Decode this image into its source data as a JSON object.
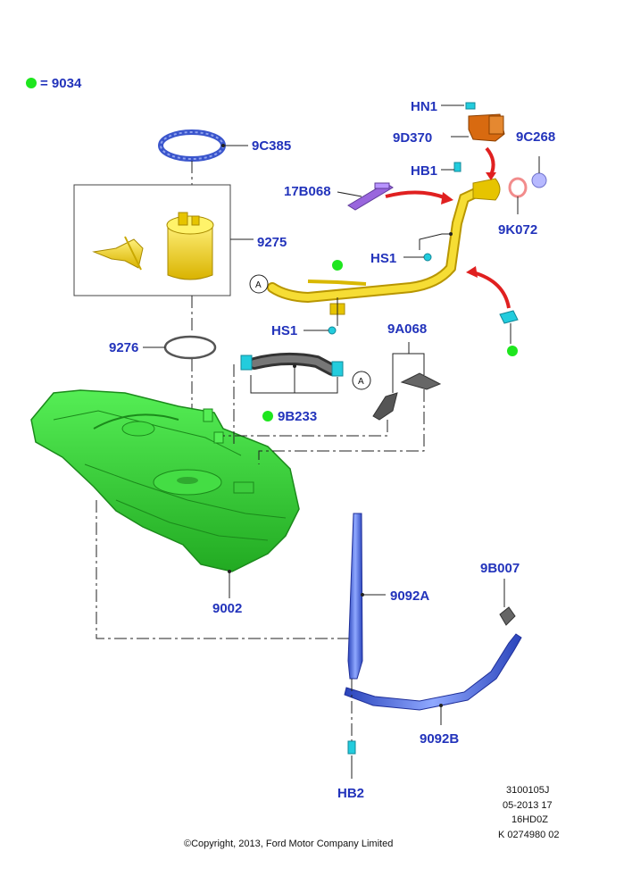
{
  "legend": {
    "text": "= 9034",
    "color": "#1ee61e"
  },
  "labels": {
    "hn1": "HN1",
    "d9d370": "9D370",
    "c9c268": "9C268",
    "hb1": "HB1",
    "b17b068": "17B068",
    "k9k072": "9K072",
    "hs1_top": "HS1",
    "c9c385": "9C385",
    "p9275": "9275",
    "p9276": "9276",
    "hs1_mid": "HS1",
    "a9a068": "9A068",
    "b9b233": "9B233",
    "p9002": "9002",
    "a9092a": "9092A",
    "b9b007": "9B007",
    "b9092b": "9092B",
    "hb2": "HB2"
  },
  "connector_marks": {
    "a1": "A",
    "a2": "A"
  },
  "reference": {
    "line1": "3100105J",
    "line2": "05-2013 17",
    "line3": "16HD0Z",
    "line4": "K 0274980 02"
  },
  "copyright": "©Copyright, 2013, Ford Motor Company Limited",
  "colors": {
    "label": "#2233bb",
    "tank": "#33dd33",
    "yellow_parts": "#f2d41c",
    "blue_parts": "#3355cc",
    "cyan_clips": "#22ccdd",
    "orange_part": "#d86a10",
    "red_arrow": "#e02020",
    "purple_part": "#9966dd",
    "gray_part": "#555555",
    "green_marker": "#1ee61e"
  }
}
